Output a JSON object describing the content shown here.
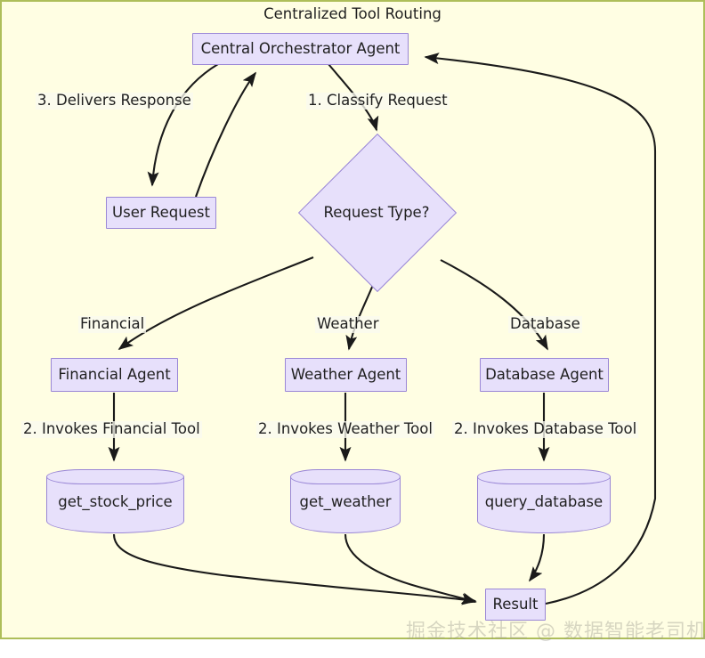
{
  "diagram": {
    "title": "Centralized Tool Routing",
    "background_color": "#fffee3",
    "border_color": "#aebe5a",
    "node_fill": "#e7e0fb",
    "node_stroke": "#9a87d6",
    "edge_color": "#1a1a1a",
    "text_color": "#1f1f1f"
  },
  "nodes": {
    "orchestrator": {
      "label": "Central Orchestrator Agent",
      "shape": "rect"
    },
    "user_request": {
      "label": "User Request",
      "shape": "rect"
    },
    "request_type": {
      "label": "Request Type?",
      "shape": "diamond"
    },
    "financial_agent": {
      "label": "Financial Agent",
      "shape": "rect"
    },
    "weather_agent": {
      "label": "Weather Agent",
      "shape": "rect"
    },
    "database_agent": {
      "label": "Database Agent",
      "shape": "rect"
    },
    "get_stock_price": {
      "label": "get_stock_price",
      "shape": "cylinder"
    },
    "get_weather": {
      "label": "get_weather",
      "shape": "cylinder"
    },
    "query_database": {
      "label": "query_database",
      "shape": "cylinder"
    },
    "result": {
      "label": "Result",
      "shape": "rect"
    }
  },
  "edge_labels": {
    "delivers_response": "3. Delivers Response",
    "classify_request": "1. Classify Request",
    "branch_financial": "Financial",
    "branch_weather": "Weather",
    "branch_database": "Database",
    "invokes_financial": "2. Invokes Financial Tool",
    "invokes_weather": "2. Invokes Weather Tool",
    "invokes_database": "2. Invokes Database Tool"
  },
  "watermark": {
    "text": "掘金技术社区 @ 数据智能老司机"
  }
}
